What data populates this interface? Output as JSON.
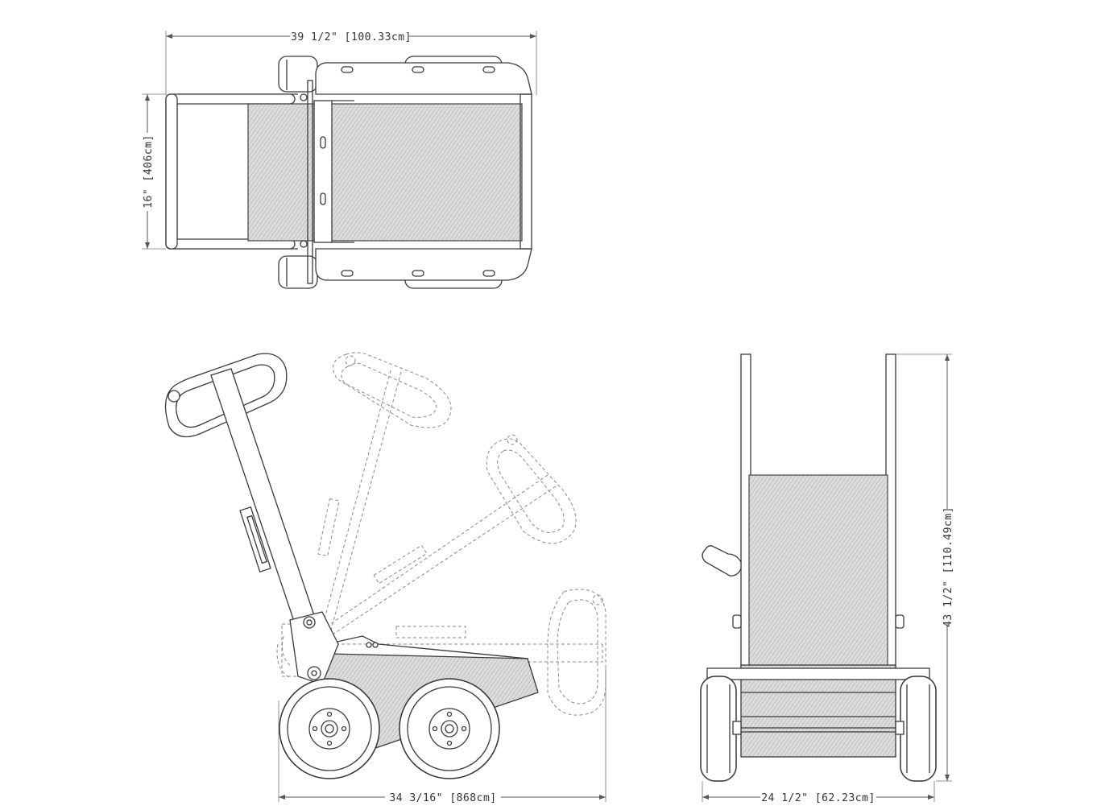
{
  "dimensions": {
    "top_width": "39 1/2\" [100.33cm]",
    "top_depth": "16\" [406cm]",
    "side_length": "34 3/16\" [868cm]",
    "front_width": "24 1/2\" [62.23cm]",
    "front_height": "43 1/2\" [110.49cm]"
  },
  "colors": {
    "line": "#3a3a3a",
    "mesh_fill": "#d2d2d2",
    "ghost": "#8a8a8a"
  }
}
